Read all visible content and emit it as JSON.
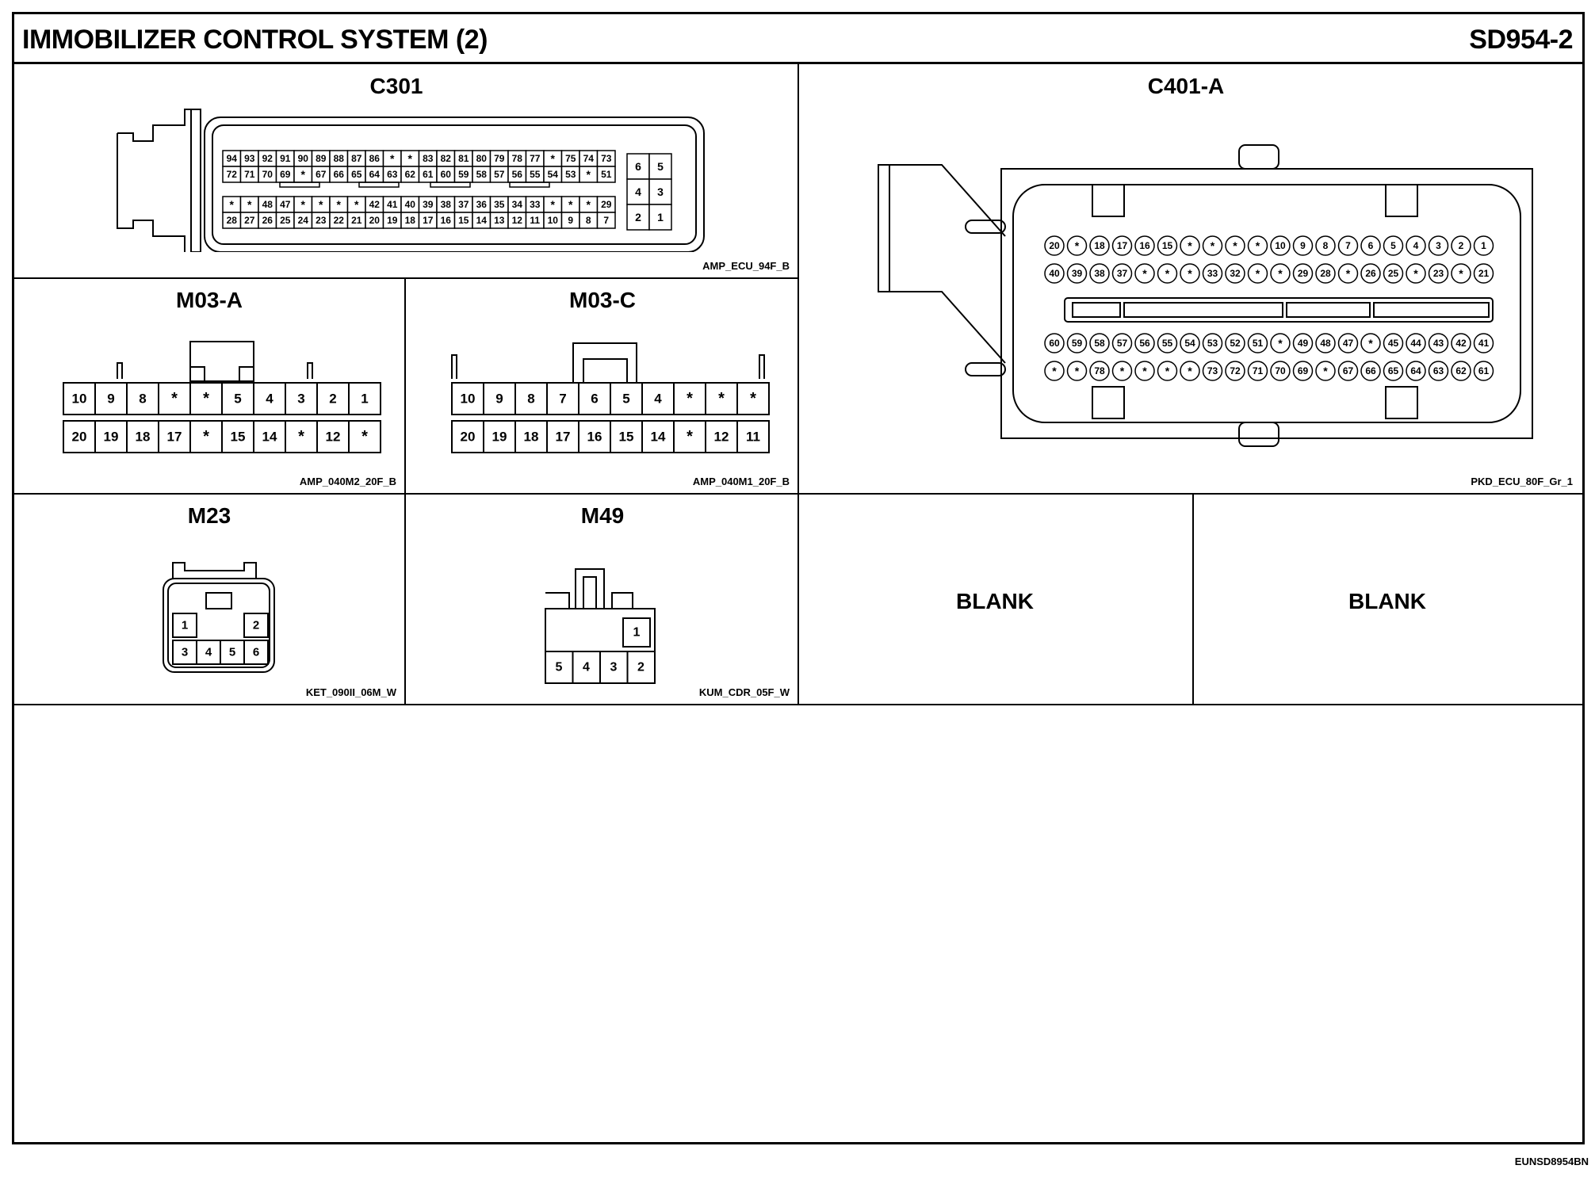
{
  "header": {
    "title": "IMMOBILIZER CONTROL SYSTEM (2)",
    "code": "SD954-2"
  },
  "footer": {
    "code": "EUNSD8954BN"
  },
  "connectors": {
    "c301": {
      "name": "C301",
      "part": "AMP_ECU_94F_B",
      "row1": [
        "94",
        "93",
        "92",
        "91",
        "90",
        "89",
        "88",
        "87",
        "86",
        "*",
        "*",
        "83",
        "82",
        "81",
        "80",
        "79",
        "78",
        "77",
        "*",
        "75",
        "74",
        "73"
      ],
      "row2": [
        "72",
        "71",
        "70",
        "69",
        "*",
        "67",
        "66",
        "65",
        "64",
        "63",
        "62",
        "61",
        "60",
        "59",
        "58",
        "57",
        "56",
        "55",
        "54",
        "53",
        "*",
        "51"
      ],
      "row3": [
        "*",
        "*",
        "48",
        "47",
        "*",
        "*",
        "*",
        "*",
        "42",
        "41",
        "40",
        "39",
        "38",
        "37",
        "36",
        "35",
        "34",
        "33",
        "*",
        "*",
        "*",
        "29"
      ],
      "row4": [
        "28",
        "27",
        "26",
        "25",
        "24",
        "23",
        "22",
        "21",
        "20",
        "19",
        "18",
        "17",
        "16",
        "15",
        "14",
        "13",
        "12",
        "11",
        "10",
        "9",
        "8",
        "7"
      ],
      "side": [
        [
          "6",
          "5"
        ],
        [
          "4",
          "3"
        ],
        [
          "2",
          "1"
        ]
      ]
    },
    "c401a": {
      "name": "C401-A",
      "part": "PKD_ECU_80F_Gr_1",
      "row1": [
        "20",
        "*",
        "18",
        "17",
        "16",
        "15",
        "*",
        "*",
        "*",
        "*",
        "10",
        "9",
        "8",
        "7",
        "6",
        "5",
        "4",
        "3",
        "2",
        "1"
      ],
      "row2": [
        "40",
        "39",
        "38",
        "37",
        "*",
        "*",
        "*",
        "33",
        "32",
        "*",
        "*",
        "29",
        "28",
        "*",
        "26",
        "25",
        "*",
        "23",
        "*",
        "21"
      ],
      "row3": [
        "60",
        "59",
        "58",
        "57",
        "56",
        "55",
        "54",
        "53",
        "52",
        "51",
        "*",
        "49",
        "48",
        "47",
        "*",
        "45",
        "44",
        "43",
        "42",
        "41"
      ],
      "row4": [
        "*",
        "*",
        "78",
        "*",
        "*",
        "*",
        "*",
        "73",
        "72",
        "71",
        "70",
        "69",
        "*",
        "67",
        "66",
        "65",
        "64",
        "63",
        "62",
        "61"
      ]
    },
    "m03a": {
      "name": "M03-A",
      "part": "AMP_040M2_20F_B",
      "top": [
        "10",
        "9",
        "8",
        "*",
        "*",
        "5",
        "4",
        "3",
        "2",
        "1"
      ],
      "bottom": [
        "20",
        "19",
        "18",
        "17",
        "*",
        "15",
        "14",
        "*",
        "12",
        "*"
      ]
    },
    "m03c": {
      "name": "M03-C",
      "part": "AMP_040M1_20F_B",
      "top": [
        "10",
        "9",
        "8",
        "7",
        "6",
        "5",
        "4",
        "*",
        "*",
        "*"
      ],
      "bottom": [
        "20",
        "19",
        "18",
        "17",
        "16",
        "15",
        "14",
        "*",
        "12",
        "11"
      ]
    },
    "m23": {
      "name": "M23",
      "part": "KET_090II_06M_W",
      "top": [
        "1",
        "2"
      ],
      "bottom": [
        "3",
        "4",
        "5",
        "6"
      ]
    },
    "m49": {
      "name": "M49",
      "part": "KUM_CDR_05F_W",
      "top": [
        "1"
      ],
      "bottom": [
        "5",
        "4",
        "3",
        "2"
      ]
    }
  },
  "blank": {
    "left": "BLANK",
    "right": "BLANK"
  }
}
